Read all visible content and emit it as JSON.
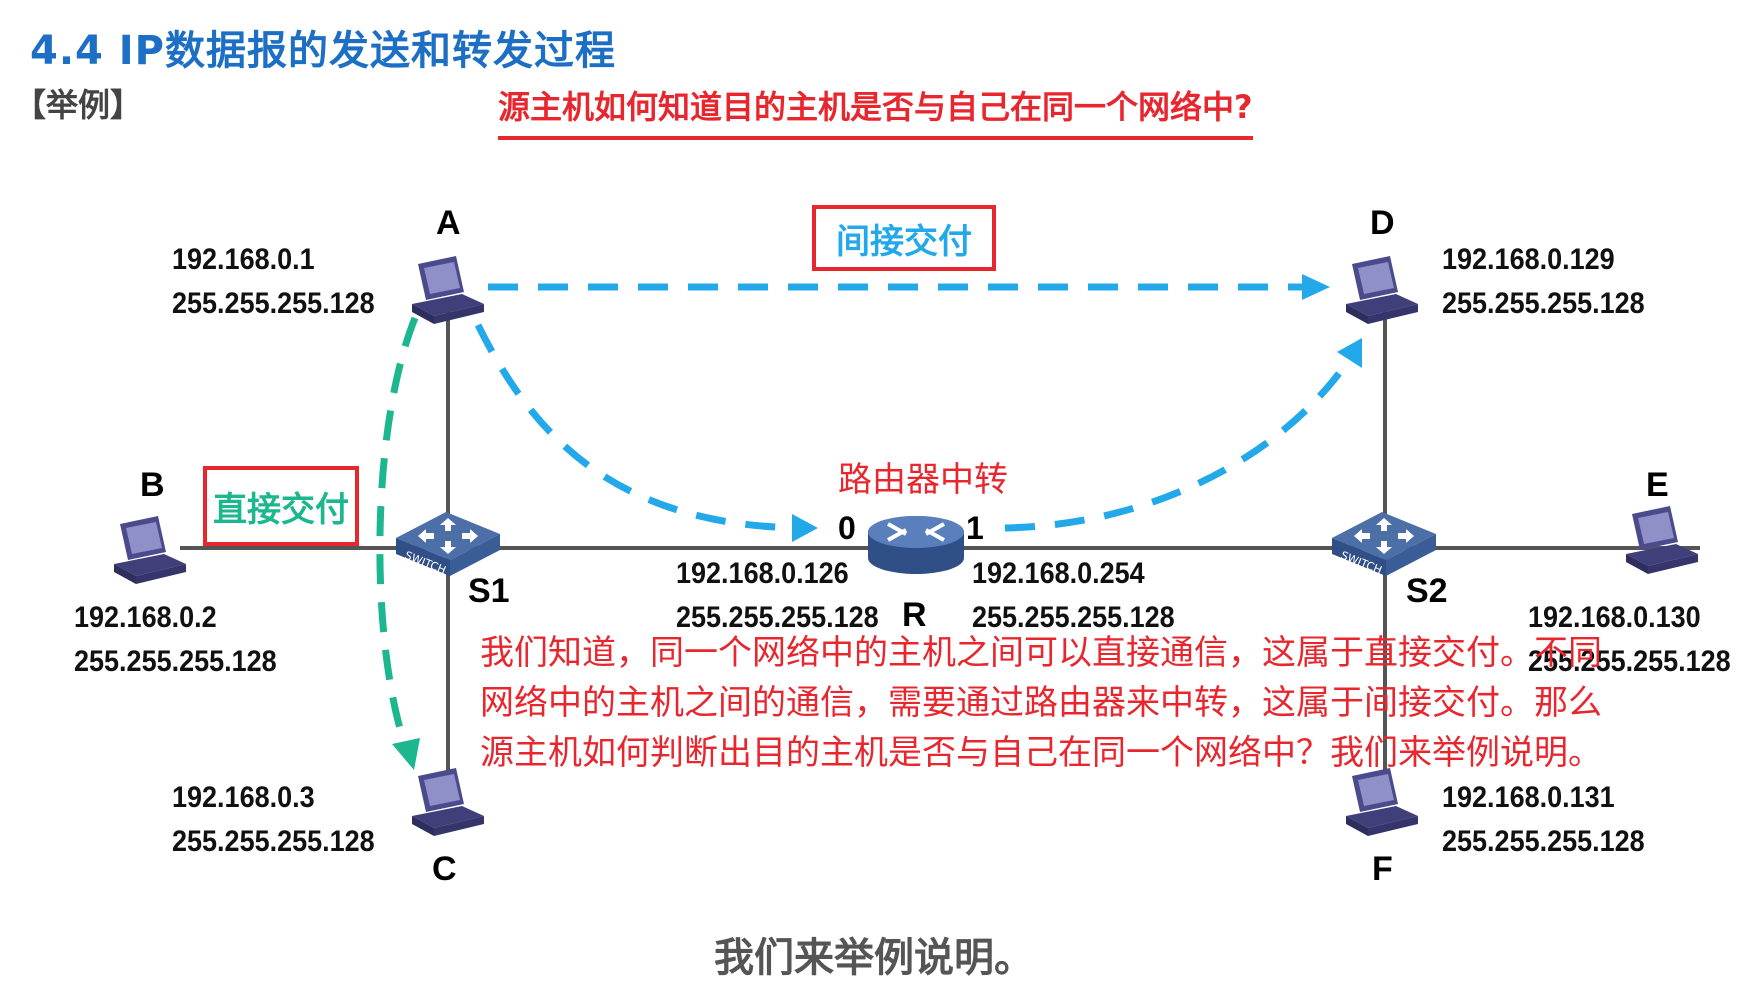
{
  "header": {
    "title": "4.4  IP数据报的发送和转发过程",
    "example_tag": "【举例】",
    "question": "源主机如何知道目的主机是否与自己在同一个网络中?"
  },
  "labels": {
    "indirect_delivery": "间接交付",
    "direct_delivery": "直接交付",
    "router_relay": "路由器中转"
  },
  "hosts": {
    "A": {
      "name": "A",
      "ip": "192.168.0.1",
      "mask": "255.255.255.128"
    },
    "B": {
      "name": "B",
      "ip": "192.168.0.2",
      "mask": "255.255.255.128"
    },
    "C": {
      "name": "C",
      "ip": "192.168.0.3",
      "mask": "255.255.255.128"
    },
    "D": {
      "name": "D",
      "ip": "192.168.0.129",
      "mask": "255.255.255.128"
    },
    "E": {
      "name": "E",
      "ip": "192.168.0.130",
      "mask": "255.255.255.128"
    },
    "F": {
      "name": "F",
      "ip": "192.168.0.131",
      "mask": "255.255.255.128"
    }
  },
  "switches": {
    "S1": {
      "name": "S1",
      "icon_text": "SWITCH"
    },
    "S2": {
      "name": "S2",
      "icon_text": "SWITCH"
    }
  },
  "router": {
    "name": "R",
    "icon_text": "ROUTER",
    "port0": {
      "label": "0",
      "ip": "192.168.0.126",
      "mask": "255.255.255.128"
    },
    "port1": {
      "label": "1",
      "ip": "192.168.0.254",
      "mask": "255.255.255.128"
    }
  },
  "explanation": "我们知道，同一个网络中的主机之间可以直接通信，这属于直接交付。不同网络中的主机之间的通信，需要通过路由器来中转，这属于间接交付。那么源主机如何判断出目的主机是否与自己在同一个网络中？我们来举例说明。",
  "subtitle": "我们来举例说明。",
  "colors": {
    "title_blue": "#1c6fc4",
    "red": "#e8262e",
    "indirect_blue": "#23a9ea",
    "direct_green": "#1cb68f",
    "host_purple": "#5a5a9a"
  }
}
